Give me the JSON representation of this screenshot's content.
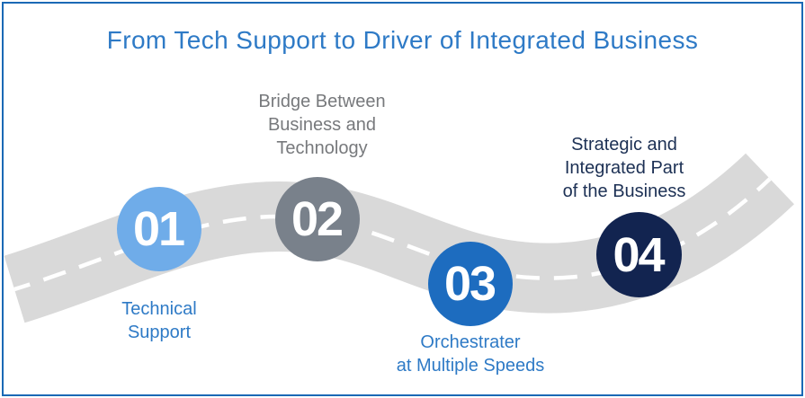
{
  "title": "From Tech Support to Driver of Integrated Business",
  "colors": {
    "title": "#2E7AC6",
    "border": "#1B69B5",
    "road": "#D9D9D9",
    "road_dash": "#FFFFFF",
    "stage_number": "#FFFFFF"
  },
  "stages": [
    {
      "number": "01",
      "label": "Technical\nSupport",
      "circle_color": "#6FACE9",
      "label_color": "#2E7AC6"
    },
    {
      "number": "02",
      "label": "Bridge Between\nBusiness and\nTechnology",
      "circle_color": "#79818B",
      "label_color": "#77797C"
    },
    {
      "number": "03",
      "label": "Orchestrater\nat Multiple Speeds",
      "circle_color": "#1D6CBF",
      "label_color": "#2E7AC6"
    },
    {
      "number": "04",
      "label": "Strategic and\nIntegrated Part\nof the Business",
      "circle_color": "#122450",
      "label_color": "#1C3054"
    }
  ]
}
